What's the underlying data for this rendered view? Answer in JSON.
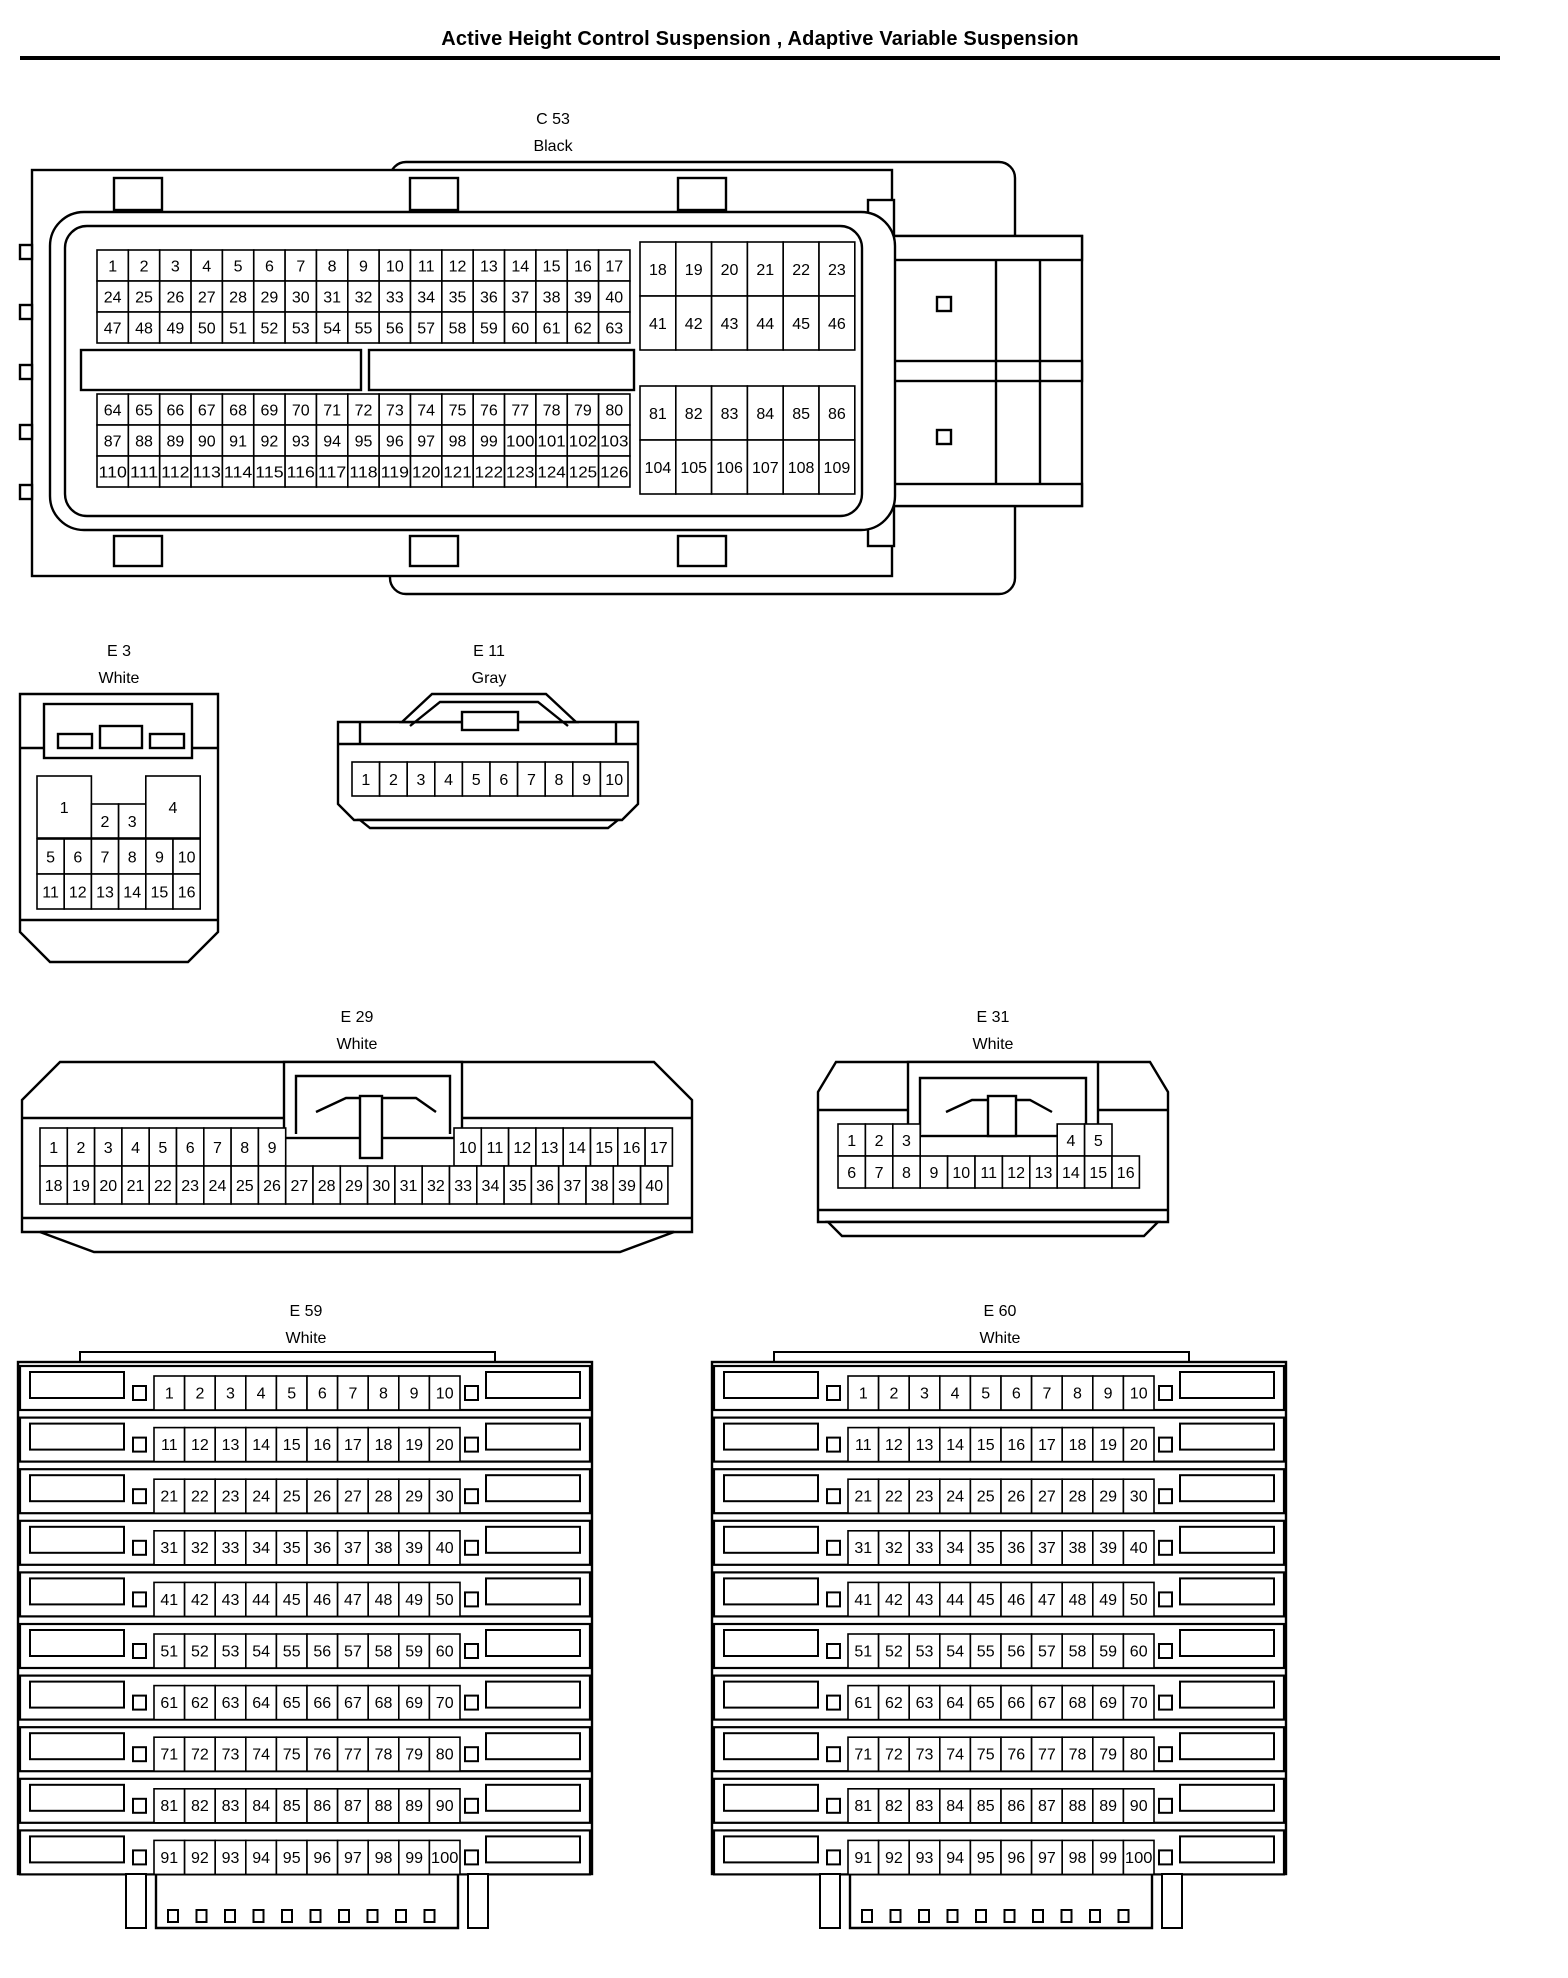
{
  "page": {
    "title": "Active Height Control Suspension , Adaptive Variable Suspension"
  },
  "connectors": [
    {
      "id": "C 53",
      "color": "Black",
      "pins": 126
    },
    {
      "id": "E 3",
      "color": "White",
      "pins": 16
    },
    {
      "id": "E 11",
      "color": "Gray",
      "pins": 10
    },
    {
      "id": "E 29",
      "color": "White",
      "pins": 40
    },
    {
      "id": "E 31",
      "color": "White",
      "pins": 16
    },
    {
      "id": "E 59",
      "color": "White",
      "pins": 100
    },
    {
      "id": "E 60",
      "color": "White",
      "pins": 100
    }
  ]
}
